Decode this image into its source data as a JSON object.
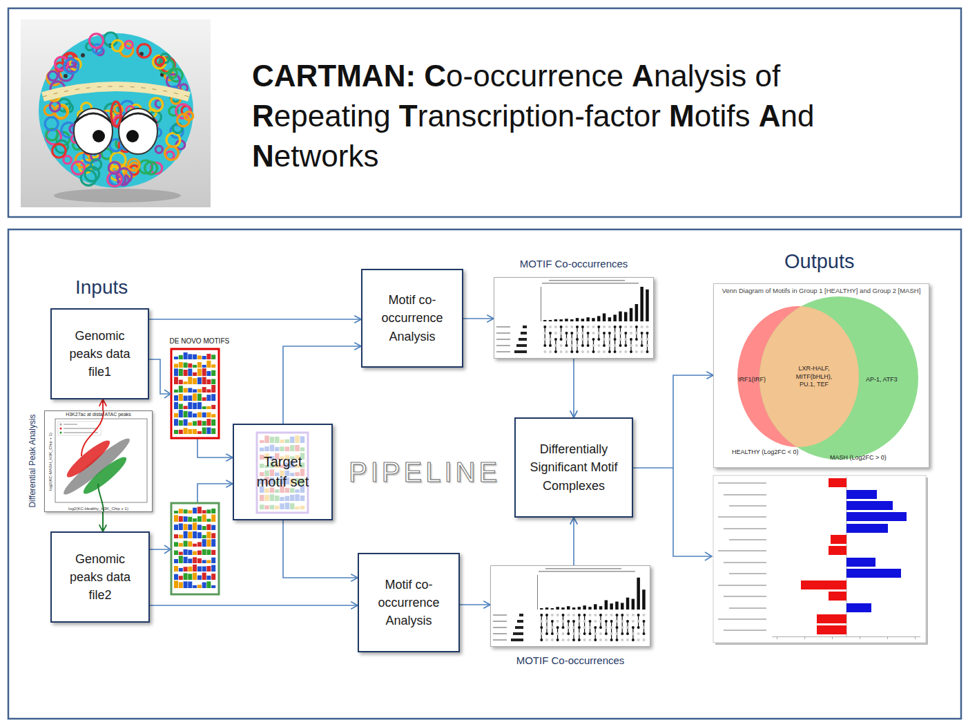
{
  "diagram": {
    "title": "CARTMAN: Co-occurrence Analysis of Repeating Transcription-factor Motifs And Networks",
    "nodes": [
      {
        "text": [
          "Genomic peaks data file1"
        ]
      },
      {
        "text": [
          "H3K27ac at distal ATAC peaks",
          "log2(KC-Healthy_H3K_Chip + 1)",
          "log2(KC-MASH_H3K_Chip + 1)"
        ]
      },
      {
        "text": [
          "Genomic peaks data file2"
        ]
      },
      {
        "text": [
          "Target motif set"
        ]
      },
      {
        "text": [
          "Motif co-occurrence Analysis"
        ]
      },
      {
        "text": [
          "Motif co-occurrence Analysis"
        ]
      },
      {
        "text": [
          "MOTIF Co-occurrences"
        ]
      },
      {
        "text": [
          "MOTIF Co-occurrences"
        ]
      },
      {
        "text": [
          "Differentially Significant Motif Complexes"
        ]
      },
      {
        "text": [
          "Venn Diagram of Motifs in Group 1 [HEALTHY] and Group 2 [MASH]",
          "IRF1(IRF)",
          "LXR-HALF, MITF(bHLH), PU.1, TEF",
          "AP-1, ATF3",
          "HEALTHY (Log2FC < 0)",
          "MASH (Log2FC > 0)"
        ]
      }
    ],
    "edges": [
      {
        "from": 1,
        "to": 0,
        "arrow": "to"
      },
      {
        "from": 1,
        "to": 2,
        "arrow": "to"
      },
      {
        "from": 0,
        "to": 3,
        "arrow": "to"
      },
      {
        "from": 2,
        "to": 3,
        "arrow": "to"
      },
      {
        "from": 0,
        "to": 4,
        "arrow": "to"
      },
      {
        "from": 2,
        "to": 5,
        "arrow": "to"
      },
      {
        "from": 3,
        "to": 4,
        "arrow": "to"
      },
      {
        "from": 3,
        "to": 5,
        "arrow": "to"
      },
      {
        "from": 4,
        "to": 6,
        "arrow": "to"
      },
      {
        "from": 5,
        "to": 7,
        "arrow": "to"
      },
      {
        "from": 6,
        "to": 8,
        "arrow": "to"
      },
      {
        "from": 7,
        "to": 8,
        "arrow": "to"
      },
      {
        "from": 8,
        "to": 9,
        "arrow": "to"
      }
    ],
    "labels": [
      "Inputs",
      "Differential Peak Analysis",
      "DE NOVO MOTIFS",
      "PIPELINE",
      "Outputs"
    ]
  }
}
